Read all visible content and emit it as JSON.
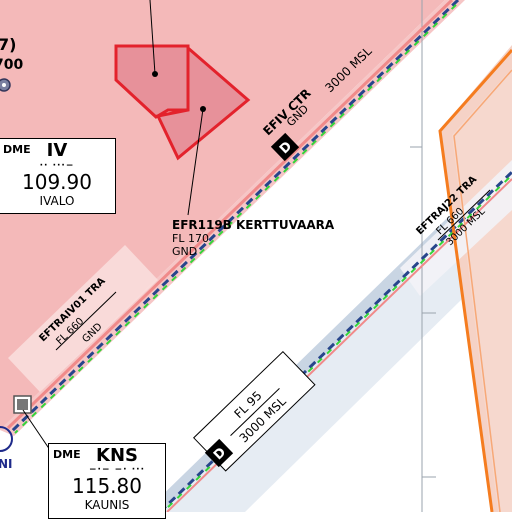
{
  "colors": {
    "controlled_zone": "#f4b9b9",
    "zone_edge": "#f08a8a",
    "restricted_area": "#e3222c",
    "restricted_fill": "#e7919a",
    "tra_zone": "#f57c1f",
    "tra_fill": "#f5d2c6",
    "corridor": "#c9d5e3",
    "dash_blue": "#27458c",
    "dash_green": "#35d43a",
    "frame_line": "#9aa3ad"
  },
  "airspaces": {
    "efiv_ctr": {
      "name": "EFIV CTR",
      "upper": "3000 MSL",
      "lower": "GND",
      "class_badge": "D"
    },
    "efr119b": {
      "name": "EFR119B KERTTUVAARA",
      "upper": "FL 170",
      "lower": "GND"
    },
    "eftraiv01": {
      "name": "EFTRAIV01 TRA",
      "upper": "FL 660",
      "lower": "GND"
    },
    "eftraj22": {
      "name": "EFTRAJ22 TRA",
      "upper": "FL 660",
      "lower": "3000 MSL"
    },
    "corridor": {
      "upper": "FL 95",
      "lower": "3000 MSL",
      "class_badge": "D"
    }
  },
  "navaids": {
    "ivalo": {
      "type": "DME",
      "ident": "IV",
      "morse": "·· ···−",
      "freq": "109.90",
      "name": "IVALO"
    },
    "kaunis": {
      "type": "DME",
      "ident": "KNS",
      "morse": "−·− −· ···",
      "freq": "115.80",
      "name": "KAUNIS"
    }
  },
  "partial_labels": {
    "top_left_1": "7)",
    "top_left_2": "700",
    "bottom_left": "NI"
  }
}
